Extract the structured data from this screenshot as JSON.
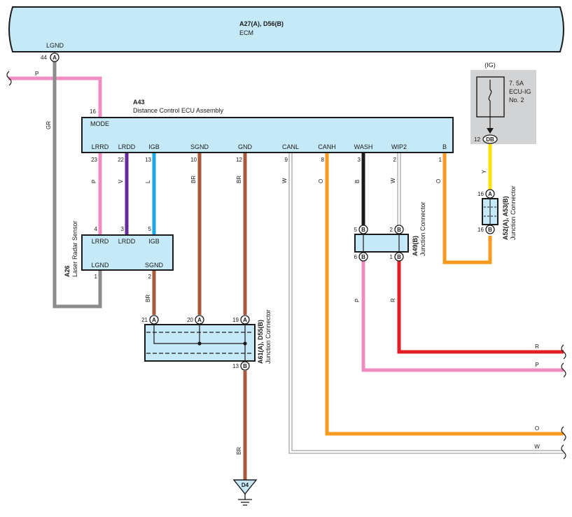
{
  "ecm": {
    "code": "A27(A), D56(B)",
    "name": "ECM",
    "pin_name": "LGND",
    "pin_no": "44",
    "pin_conn": "A"
  },
  "ecu": {
    "code": "A43",
    "name": "Distance Control ECU Assembly",
    "mode_label": "MODE",
    "mode_pin": "16",
    "pins": [
      {
        "name": "LRRD",
        "no": "23",
        "wire": "P"
      },
      {
        "name": "LRDD",
        "no": "22",
        "wire": "V"
      },
      {
        "name": "IGB",
        "no": "13",
        "wire": "L"
      },
      {
        "name": "SGND",
        "no": "10",
        "wire": "BR"
      },
      {
        "name": "GND",
        "no": "12",
        "wire": "BR"
      },
      {
        "name": "CANL",
        "no": "9",
        "wire": "W"
      },
      {
        "name": "CANH",
        "no": "8",
        "wire": "O"
      },
      {
        "name": "WASH",
        "no": "3",
        "wire": "B"
      },
      {
        "name": "WIP2",
        "no": "2",
        "wire": "W"
      },
      {
        "name": "B",
        "no": "1",
        "wire": "O"
      }
    ]
  },
  "sensor": {
    "code": "A26",
    "name": "Laser Radar Sensor",
    "top_pins": [
      {
        "name": "LRRD",
        "no": "4"
      },
      {
        "name": "LRDD",
        "no": "3"
      },
      {
        "name": "IGB",
        "no": "5"
      }
    ],
    "bottom_pins": [
      {
        "name": "LGND",
        "no": "1"
      },
      {
        "name": "SGND",
        "no": "2"
      }
    ]
  },
  "jc_a61": {
    "code": "A61(A), D55(B)",
    "name": "Junction Connector",
    "top_pins": [
      {
        "no": "21",
        "conn": "A"
      },
      {
        "no": "20",
        "conn": "A"
      },
      {
        "no": "19",
        "conn": "A"
      }
    ],
    "bottom_pin": {
      "no": "13",
      "conn": "B"
    }
  },
  "jc_a49": {
    "code": "A49(B)",
    "name": "Junction Connector",
    "pins": [
      {
        "no": "5",
        "conn": "B"
      },
      {
        "no": "2",
        "conn": "B"
      },
      {
        "no": "6",
        "conn": "B"
      },
      {
        "no": "1",
        "conn": "B"
      }
    ]
  },
  "jc_a52": {
    "code": "A52(A), A53(B)",
    "name": "Junction Connector",
    "pins": [
      {
        "no": "16",
        "conn": "A"
      },
      {
        "no": "16",
        "conn": "B"
      }
    ]
  },
  "fuse": {
    "ig_label": "(IG)",
    "rating": "7. 5A",
    "name": "ECU-IG",
    "number": "No. 2",
    "pin_no": "12",
    "pin_conn": "DB"
  },
  "ground": {
    "code": "D4"
  },
  "wire_colors": {
    "ecm_lgnd": "GR",
    "p_in": "P",
    "sensor_sgnd": "BR",
    "fuse_out": "Y",
    "a49_6": "P",
    "a49_1": "R",
    "ground_wire": "BR"
  },
  "right_exits": [
    {
      "label": "R"
    },
    {
      "label": "P"
    },
    {
      "label": "O"
    },
    {
      "label": "W"
    }
  ],
  "colors": {
    "pink": "#f08cc0",
    "gray": "#8c8c8c",
    "purple": "#6a2a9a",
    "blue": "#18aae6",
    "brown": "#a85a3a",
    "orange": "#f79a1e",
    "black": "#1a1a1a",
    "red": "#e31e24",
    "yellow": "#ffe100",
    "white_wire": "#8c8c8c",
    "component_fill": "#c6e9f8",
    "fuse_bg": "#d2d3d5"
  }
}
